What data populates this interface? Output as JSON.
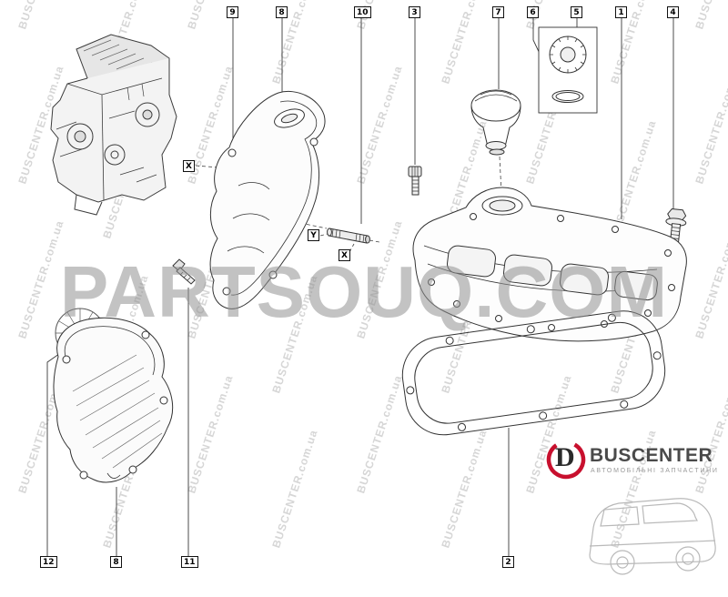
{
  "watermarks": {
    "diagonal_text": "BUSCENTER.com.ua",
    "center_text": "PARTSOUQ.COM"
  },
  "logo": {
    "brand": "BUSCENTER",
    "tagline": "АВТОМОБІЛЬНІ ЗАПЧАСТИНИ",
    "mark_letter": "D",
    "accent_color": "#c8102e"
  },
  "diagram": {
    "callouts": [
      "9",
      "8",
      "10",
      "3",
      "7",
      "6",
      "5",
      "1",
      "4",
      "12",
      "8",
      "11",
      "2"
    ],
    "dimension_labels": {
      "grommet_x": "X",
      "stud_y": "Y",
      "stud_x": "X"
    },
    "icons": [
      "engine-illustration",
      "upper-timing-cover",
      "lower-timing-cover",
      "crank-pulley",
      "valve-cover",
      "valve-cover-gasket",
      "oil-filler-cap",
      "cap-with-oring-box",
      "bolt",
      "stud",
      "van-illustration"
    ],
    "colors": {
      "line": "#333333",
      "watermark": "#9e9e9e"
    }
  }
}
